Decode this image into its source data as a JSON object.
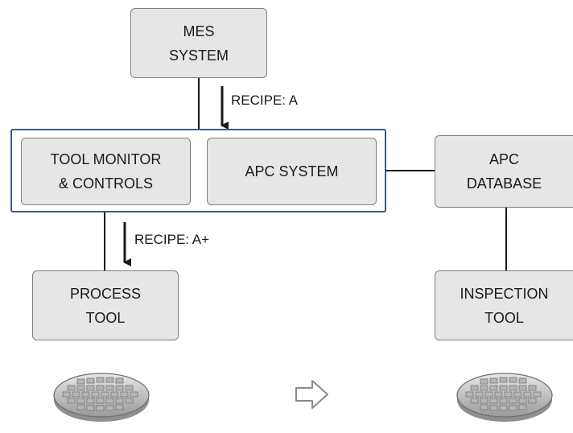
{
  "boxes": {
    "mes": {
      "line1": "MES",
      "line2": "SYSTEM"
    },
    "tool_monitor": {
      "line1": "TOOL MONITOR",
      "line2": "& CONTROLS"
    },
    "apc_system": {
      "line1": "APC SYSTEM"
    },
    "apc_database": {
      "line1": "APC",
      "line2": "DATABASE"
    },
    "process_tool": {
      "line1": "PROCESS",
      "line2": "TOOL"
    },
    "inspection_tool": {
      "line1": "INSPECTION",
      "line2": "TOOL"
    }
  },
  "labels": {
    "recipe_in": "RECIPE:  A",
    "recipe_out": "RECIPE:  A+"
  },
  "icons": [
    "wafer-icon",
    "right-arrow-icon"
  ],
  "colors": {
    "box_fill": "#e6e6e6",
    "box_border": "#7f7f7f",
    "frame_border": "#3d5a80",
    "line": "#1a1a1a"
  }
}
